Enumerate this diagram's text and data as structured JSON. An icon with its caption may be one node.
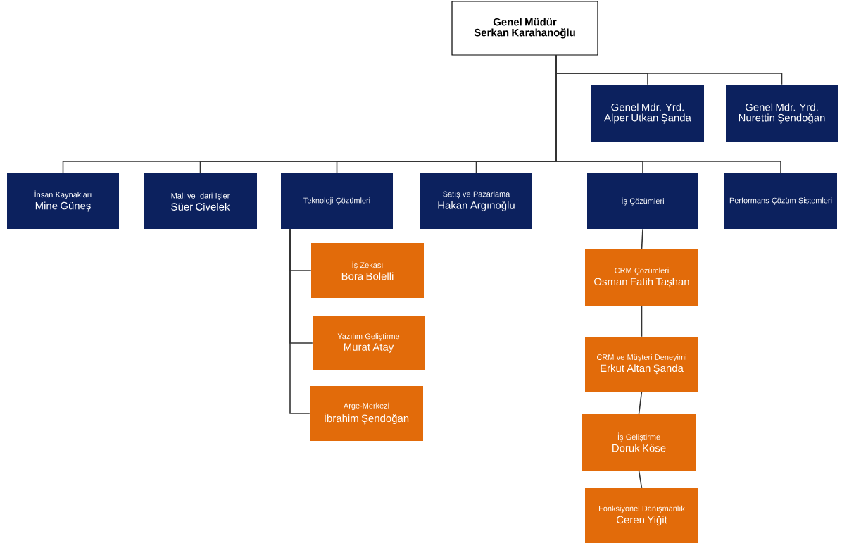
{
  "diagram": {
    "nodes": [
      {
        "text": [
          "Genel Müdür",
          "Serkan Karahanoğlu"
        ]
      },
      {
        "text": [
          "Genel Mdr. Yrd.",
          "Alper Utkan Şanda"
        ]
      },
      {
        "text": [
          "Genel Mdr. Yrd.",
          "Nurettin Şendoğan"
        ]
      },
      {
        "text": [
          "İnsan Kaynakları",
          "Mine Güneş"
        ]
      },
      {
        "text": [
          "Mali ve İdari İşler",
          "Süer Civelek"
        ]
      },
      {
        "text": [
          "Teknoloji Çözümleri"
        ]
      },
      {
        "text": [
          "Satış ve Pazarlama",
          "Hakan Argınoğlu"
        ]
      },
      {
        "text": [
          "İş Çözümleri"
        ]
      },
      {
        "text": [
          "Performans Çözüm Sistemleri"
        ]
      },
      {
        "text": [
          "İş Zekası",
          "Bora Bolelli"
        ]
      },
      {
        "text": [
          "Yazılım Geliştirme",
          "Murat Atay"
        ]
      },
      {
        "text": [
          "Arge-Merkezi",
          "İbrahim Şendoğan"
        ]
      },
      {
        "text": [
          "CRM Çözümleri",
          "Osman Fatih Taşhan"
        ]
      },
      {
        "text": [
          "CRM ve Müşteri Deneyimi",
          "Erkut Altan Şanda"
        ]
      },
      {
        "text": [
          "İş Geliştirme",
          "Doruk Köse"
        ]
      },
      {
        "text": [
          "Fonksiyonel Danışmanlık",
          "Ceren Yiğit"
        ]
      }
    ],
    "edges": [
      {
        "from": 0,
        "to": 1,
        "arrow": "none"
      },
      {
        "from": 0,
        "to": 2,
        "arrow": "none"
      },
      {
        "from": 0,
        "to": 3,
        "arrow": "none"
      },
      {
        "from": 0,
        "to": 4,
        "arrow": "none"
      },
      {
        "from": 0,
        "to": 5,
        "arrow": "none"
      },
      {
        "from": 0,
        "to": 6,
        "arrow": "none"
      },
      {
        "from": 0,
        "to": 7,
        "arrow": "none"
      },
      {
        "from": 0,
        "to": 8,
        "arrow": "none"
      },
      {
        "from": 5,
        "to": 9,
        "arrow": "none"
      },
      {
        "from": 5,
        "to": 10,
        "arrow": "none"
      },
      {
        "from": 5,
        "to": 11,
        "arrow": "none"
      },
      {
        "from": 7,
        "to": 12,
        "arrow": "none"
      },
      {
        "from": 12,
        "to": 13,
        "arrow": "none"
      },
      {
        "from": 13,
        "to": 14,
        "arrow": "none"
      },
      {
        "from": 14,
        "to": 15,
        "arrow": "none"
      }
    ]
  }
}
